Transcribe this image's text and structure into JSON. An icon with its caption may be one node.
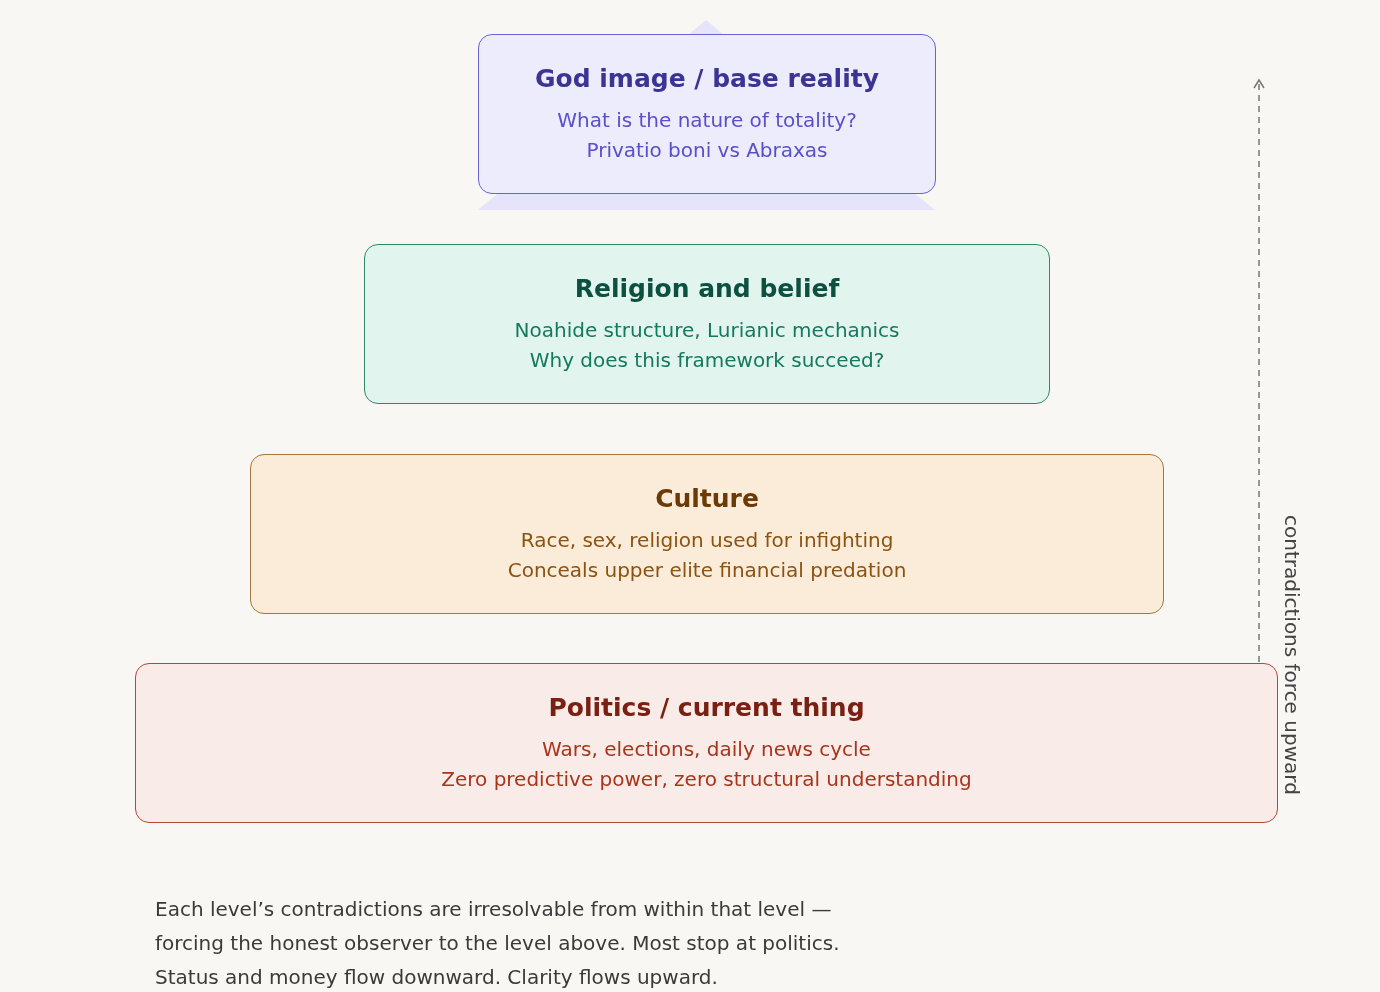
{
  "diagram": {
    "caption": "Each level’s contradictions are irresolvable from within that level — forcing the honest observer to the level above. Most stop at politics. Status and money flow downward. Clarity flows upward.",
    "nodes": [
      {
        "text": [
          "God image / base reality",
          "What is the nature of totality?",
          "Privatio boni vs Abraxas"
        ]
      },
      {
        "text": [
          "Religion and belief",
          "Noahide structure, Lurianic mechanics",
          "Why does this framework succeed?"
        ]
      },
      {
        "text": [
          "Culture",
          "Race, sex, religion used for infighting",
          "Conceals upper elite financial predation"
        ]
      },
      {
        "text": [
          "Politics / current thing",
          "Wars, elections, daily news cycle",
          "Zero predictive power, zero structural understanding"
        ]
      }
    ],
    "labels": [
      "contradictions force upward"
    ]
  }
}
